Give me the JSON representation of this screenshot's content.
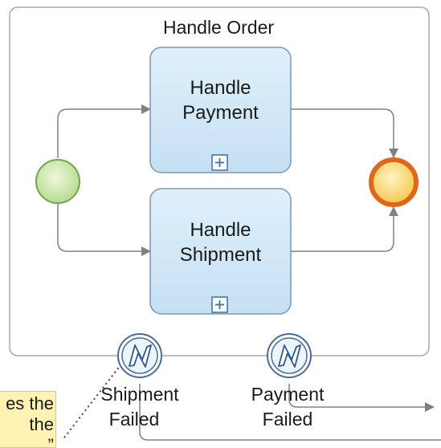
{
  "diagram": {
    "subprocess": {
      "title": "Handle Order"
    },
    "tasks": [
      {
        "line1": "Handle",
        "line2": "Payment",
        "marker": "+"
      },
      {
        "line1": "Handle",
        "line2": "Shipment",
        "marker": "+"
      }
    ],
    "events": [
      {
        "line1": "Shipment",
        "line2": "Failed",
        "icon": "lightning-error-icon"
      },
      {
        "line1": "Payment",
        "line2": "Failed",
        "icon": "lightning-error-icon"
      }
    ],
    "annotation": {
      "lines": [
        "es the",
        "the",
        "”"
      ]
    },
    "colors": {
      "task_fill": "#cfe6f5",
      "task_stroke": "#7c97ad",
      "start_fill": "#c6e3a0",
      "start_stroke": "#6fa84c",
      "end_fill": "#fbd46a",
      "end_stroke": "#e0661a",
      "event_stroke": "#4a6c9a",
      "annotation_fill": "#fff2b3",
      "flow": "#808080"
    }
  }
}
